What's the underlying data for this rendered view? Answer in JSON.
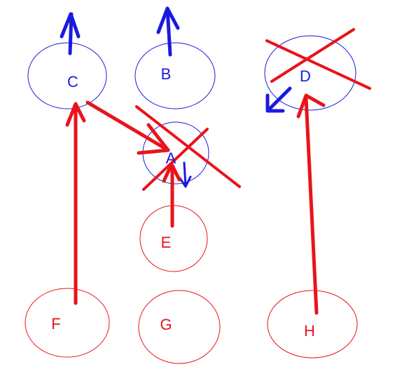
{
  "colors": {
    "blue": "#1a1adf",
    "red": "#e8141c",
    "background": "#ffffff"
  },
  "nodes": [
    {
      "id": "C",
      "label": "C",
      "color": "blue"
    },
    {
      "id": "B",
      "label": "B",
      "color": "blue"
    },
    {
      "id": "D",
      "label": "D",
      "color": "blue"
    },
    {
      "id": "A",
      "label": "A",
      "color": "blue"
    },
    {
      "id": "E",
      "label": "E",
      "color": "red"
    },
    {
      "id": "F",
      "label": "F",
      "color": "red"
    },
    {
      "id": "G",
      "label": "G",
      "color": "red"
    },
    {
      "id": "H",
      "label": "H",
      "color": "red"
    }
  ],
  "edges": [
    {
      "from": "F",
      "to": "C",
      "color": "red"
    },
    {
      "from": "C",
      "to": "A",
      "color": "red"
    },
    {
      "from": "E",
      "to": "A",
      "color": "red"
    },
    {
      "from": "H",
      "to": "D",
      "color": "red"
    }
  ],
  "crossed_out": [
    "A",
    "D"
  ]
}
